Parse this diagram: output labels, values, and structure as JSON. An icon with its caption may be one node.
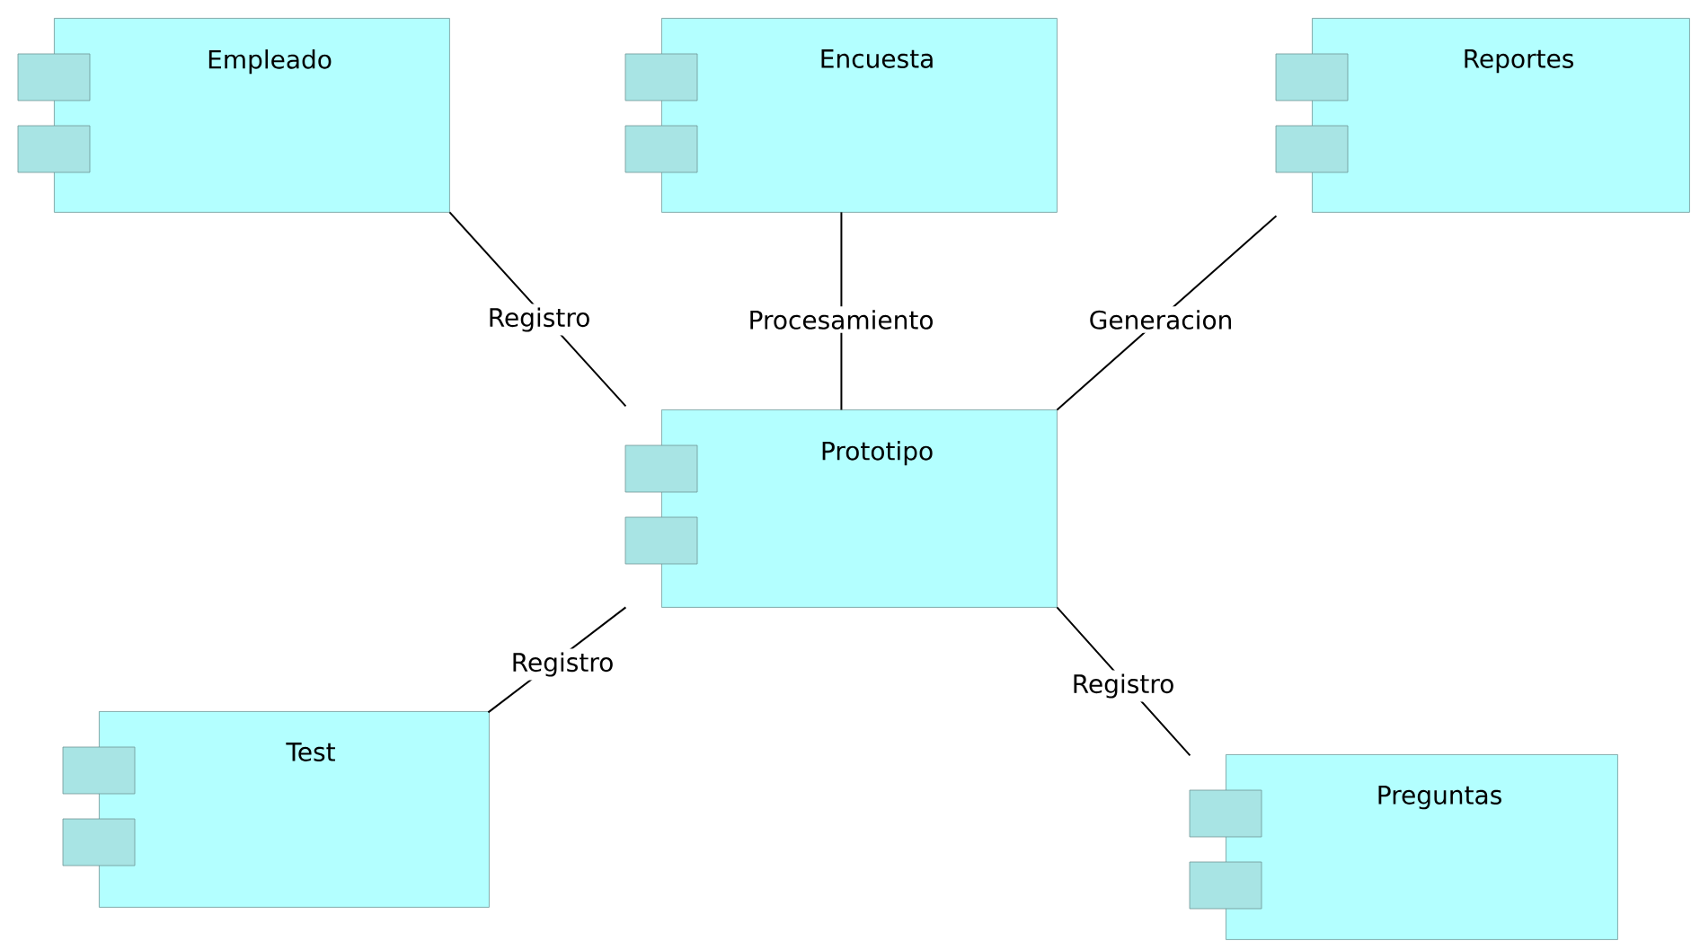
{
  "diagram": {
    "nodes": [
      {
        "text": [
          "Empleado"
        ]
      },
      {
        "text": [
          "Encuesta"
        ]
      },
      {
        "text": [
          "Reportes"
        ]
      },
      {
        "text": [
          "Prototipo"
        ]
      },
      {
        "text": [
          "Test"
        ]
      },
      {
        "text": [
          "Preguntas"
        ]
      }
    ],
    "edges": [
      {
        "from": 0,
        "to": 3,
        "arrow": "none",
        "label": "Registro"
      },
      {
        "from": 1,
        "to": 3,
        "arrow": "none",
        "label": "Procesamiento"
      },
      {
        "from": 2,
        "to": 3,
        "arrow": "none",
        "label": "Generacion"
      },
      {
        "from": 3,
        "to": 4,
        "arrow": "none",
        "label": "Registro"
      },
      {
        "from": 3,
        "to": 5,
        "arrow": "none",
        "label": "Registro"
      }
    ]
  }
}
